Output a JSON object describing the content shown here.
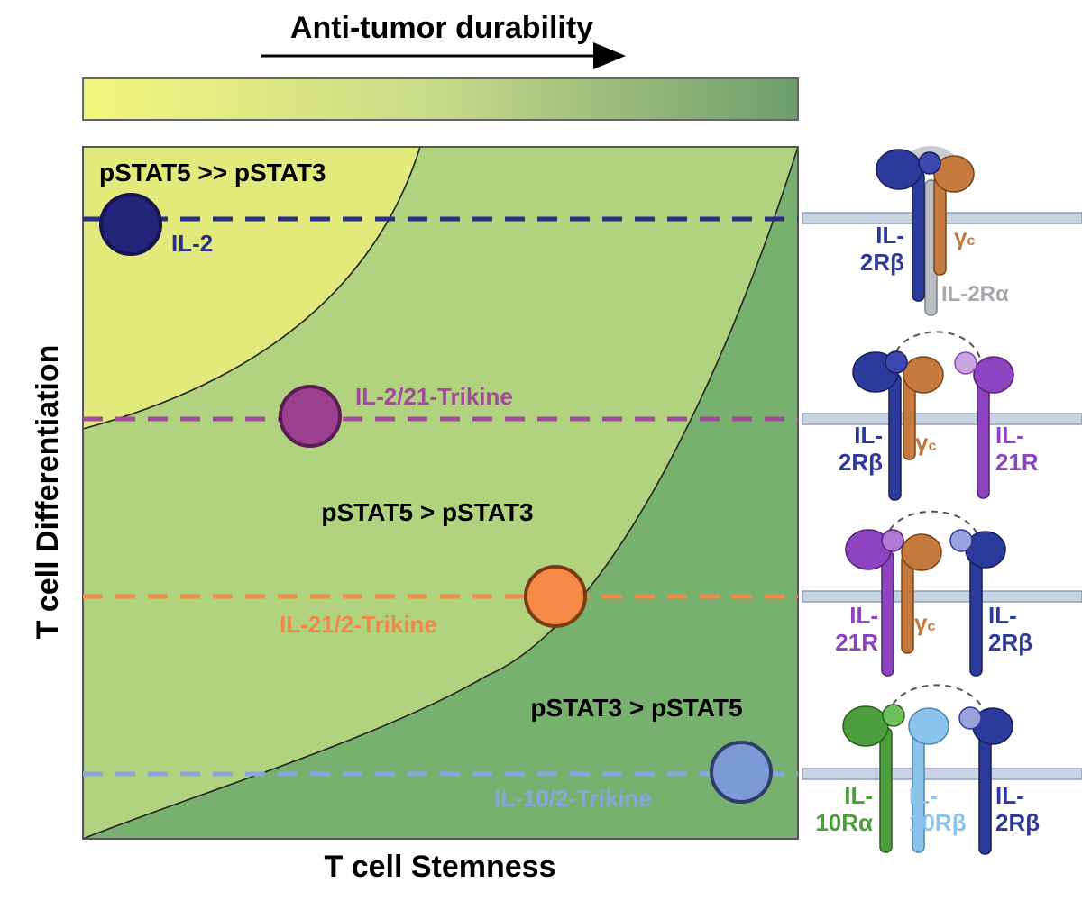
{
  "header": {
    "title": "Anti-tumor durability"
  },
  "axes": {
    "x_label": "T cell Stemness",
    "y_label": "T cell Differentiation"
  },
  "regions": {
    "top": "pSTAT5 >> pSTAT3",
    "middle": "pSTAT5 > pSTAT3",
    "bottom": "pSTAT3 > pSTAT5"
  },
  "cytokines": [
    {
      "id": "il2",
      "label": "IL-2",
      "color": "#23237a",
      "line": "#2a2f86"
    },
    {
      "id": "il2_21",
      "label": "IL-2/21-Trikine",
      "color": "#9b3f8f",
      "line": "#a04c9a"
    },
    {
      "id": "il21_2",
      "label": "IL-21/2-Trikine",
      "color": "#f58a48",
      "line": "#f0894a"
    },
    {
      "id": "il10_2",
      "label": "IL-10/2-Trikine",
      "color": "#7c9bd6",
      "line": "#8aa5dc"
    }
  ],
  "receptors": {
    "r1": {
      "a": "IL-",
      "b": "2Rβ",
      "gamma": "γ",
      "gamma_sub": "c",
      "alpha": "IL-2Rα"
    },
    "r2": {
      "a1": "IL-",
      "a2": "2Rβ",
      "gamma": "γ",
      "gamma_sub": "c",
      "b1": "IL-",
      "b2": "21R"
    },
    "r3": {
      "a1": "IL-",
      "a2": "21R",
      "gamma": "γ",
      "gamma_sub": "c",
      "b1": "IL-",
      "b2": "2Rβ"
    },
    "r4": {
      "a1": "IL-",
      "a2": "10Rα",
      "m1": "IL-",
      "m2": "10Rβ",
      "b1": "IL-",
      "b2": "2Rβ"
    }
  },
  "colors": {
    "region_top": "#e2ea7c",
    "region_mid": "#b1d37f",
    "region_bottom": "#78b070",
    "gradient_start": "#f4f77e",
    "gradient_end": "#6d9d6d",
    "il2rb": "#2c3a9c",
    "gamma_c": "#c47a3e",
    "il2ra": "#b9bcc0",
    "il21r": "#8e44c0",
    "il10ra": "#4c9e3c",
    "il10rb": "#8cc3ea"
  }
}
